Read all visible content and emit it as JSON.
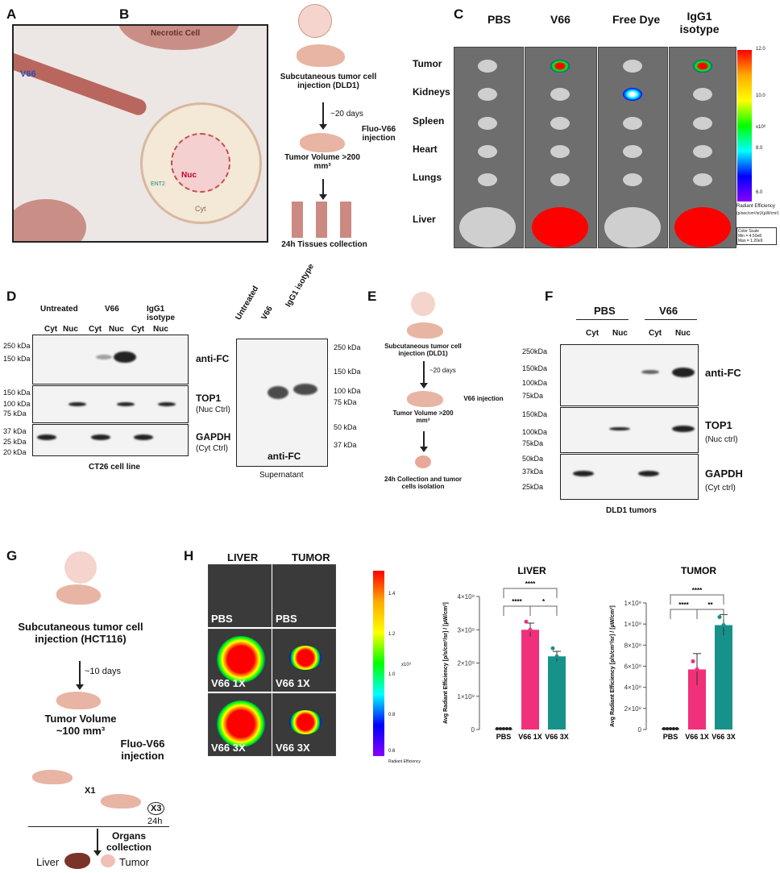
{
  "panels": {
    "A": "A",
    "B": "B",
    "C": "C",
    "D": "D",
    "E": "E",
    "F": "F",
    "G": "G",
    "H": "H"
  },
  "A": {
    "necrotic": "Necrotic Cell",
    "v66": "V66",
    "ent2": "ENT2",
    "nuc": "Nuc",
    "cyt": "Cyt"
  },
  "B": {
    "step1": "Subcutaneous tumor cell injection (DLD1)",
    "days": "~20 days",
    "volume": "Tumor Volume >200 mm³",
    "inj": "Fluo-V66 injection",
    "collect": "24h Tissues collection"
  },
  "C": {
    "cols": [
      "PBS",
      "V66",
      "Free Dye",
      "IgG1 isotype"
    ],
    "rows": [
      "Tumor",
      "Kidneys",
      "Spleen",
      "Heart",
      "Lungs",
      "Liver"
    ],
    "scale": {
      "ticks": [
        "12.0",
        "10.0",
        "8.0",
        "6.0"
      ],
      "exp": "x10⁸",
      "unit": "Radiant Efficiency",
      "unit2": "(p/sec/cm²/sr)/(µW/cm²)",
      "box": [
        "Color Scale",
        "Min = 4.50e8",
        "Max = 1.20e9"
      ]
    }
  },
  "D": {
    "groups": [
      "Untreated",
      "V66",
      "IgG1 isotype"
    ],
    "lanes": [
      "Cyt",
      "Nuc",
      "Cyt",
      "Nuc",
      "Cyt",
      "Nuc"
    ],
    "kda_left": [
      "250 kDa",
      "150 kDa",
      "150 kDa",
      "100 kDa",
      "75 kDa",
      "37 kDa",
      "25 kDa",
      "20 kDa"
    ],
    "blots": [
      "anti-FC",
      "TOP1",
      "(Nuc Ctrl)",
      "GAPDH",
      "(Cyt Ctrl)"
    ],
    "caption": "CT26 cell line",
    "sup_lanes": [
      "Untreated",
      "V66",
      "IgG1 isotype"
    ],
    "sup_kda": [
      "250 kDa",
      "150 kDa",
      "100 kDa",
      "75 kDa",
      "50 kDa",
      "37 kDa"
    ],
    "sup_blot": "anti-FC",
    "sup_caption": "Supernatant"
  },
  "E": {
    "step1": "Subcutaneous tumor cell injection (DLD1)",
    "days": "~20 days",
    "volume": "Tumor Volume >200 mm³",
    "inj": "V66 injection",
    "collect": "24h Collection and tumor cells isolation"
  },
  "F": {
    "groups": [
      "PBS",
      "V66"
    ],
    "lanes": [
      "Cyt",
      "Nuc",
      "Cyt",
      "Nuc"
    ],
    "kda": [
      "250kDa",
      "150kDa",
      "100kDa",
      "75kDa",
      "150kDa",
      "100kDa",
      "75kDa",
      "50kDa",
      "37kDa",
      "25kDa"
    ],
    "blots": [
      "anti-FC",
      "TOP1",
      "(Nuc ctrl)",
      "GAPDH",
      "(Cyt ctrl)"
    ],
    "caption": "DLD1 tumors"
  },
  "G": {
    "step1": "Subcutaneous tumor cell injection (HCT116)",
    "days": "~10 days",
    "volume": "Tumor Volume ~100 mm³",
    "inj": "Fluo-V66 injection",
    "x1": "X1",
    "x3": "X3",
    "h24": "24h",
    "collect": "Organs collection",
    "liver": "Liver",
    "tumor": "Tumor"
  },
  "H": {
    "cols": [
      "LIVER",
      "TUMOR"
    ],
    "rows": [
      "PBS",
      "V66 1X",
      "V66 3X"
    ],
    "scale": {
      "ticks": [
        "1.4",
        "1.2",
        "1.0",
        "0.8",
        "0.6"
      ],
      "exp": "x10⁹",
      "unit": "Radiant Efficiency"
    }
  },
  "chart_data": [
    {
      "type": "bar",
      "title": "LIVER",
      "categories": [
        "PBS",
        "V66 1X",
        "V66 3X"
      ],
      "values": [
        20000000.0,
        3000000000.0,
        2200000000.0
      ],
      "errors": [
        10000000.0,
        200000000.0,
        150000000.0
      ],
      "colors": [
        "#222222",
        "#f0307a",
        "#17928a"
      ],
      "ylabel": "Avg Radiant Efficiency [p/s/cm²/sr] / [µW/cm²]",
      "ylim": [
        0,
        4000000000.0
      ],
      "yticks": [
        "0",
        "1×10⁹",
        "2×10⁹",
        "3×10⁹",
        "4×10⁹"
      ],
      "ytick_values": [
        0,
        1000000000.0,
        2000000000.0,
        3000000000.0,
        4000000000.0
      ],
      "significance": [
        {
          "pair": [
            "PBS",
            "V66 3X"
          ],
          "label": "****"
        },
        {
          "pair": [
            "PBS",
            "V66 1X"
          ],
          "label": "****"
        },
        {
          "pair": [
            "V66 1X",
            "V66 3X"
          ],
          "label": "*"
        }
      ]
    },
    {
      "type": "bar",
      "title": "TUMOR",
      "categories": [
        "PBS",
        "V66 1X",
        "V66 3X"
      ],
      "values": [
        10000000.0,
        570000000.0,
        990000000.0
      ],
      "errors": [
        5000000.0,
        150000000.0,
        100000000.0
      ],
      "colors": [
        "#222222",
        "#f0307a",
        "#17928a"
      ],
      "ylabel": "Avg Radiant Efficiency [p/s/cm²/sr] / [µW/cm²]",
      "ylim": [
        0,
        1200000000.0
      ],
      "yticks": [
        "0",
        "2×10⁸",
        "4×10⁸",
        "6×10⁸",
        "8×10⁸",
        "1×10⁹",
        "1×10⁹"
      ],
      "ytick_values": [
        0,
        200000000.0,
        400000000.0,
        600000000.0,
        800000000.0,
        1000000000.0,
        1200000000.0
      ],
      "significance": [
        {
          "pair": [
            "PBS",
            "V66 3X"
          ],
          "label": "****"
        },
        {
          "pair": [
            "PBS",
            "V66 1X"
          ],
          "label": "****"
        },
        {
          "pair": [
            "V66 1X",
            "V66 3X"
          ],
          "label": "**"
        }
      ]
    }
  ]
}
